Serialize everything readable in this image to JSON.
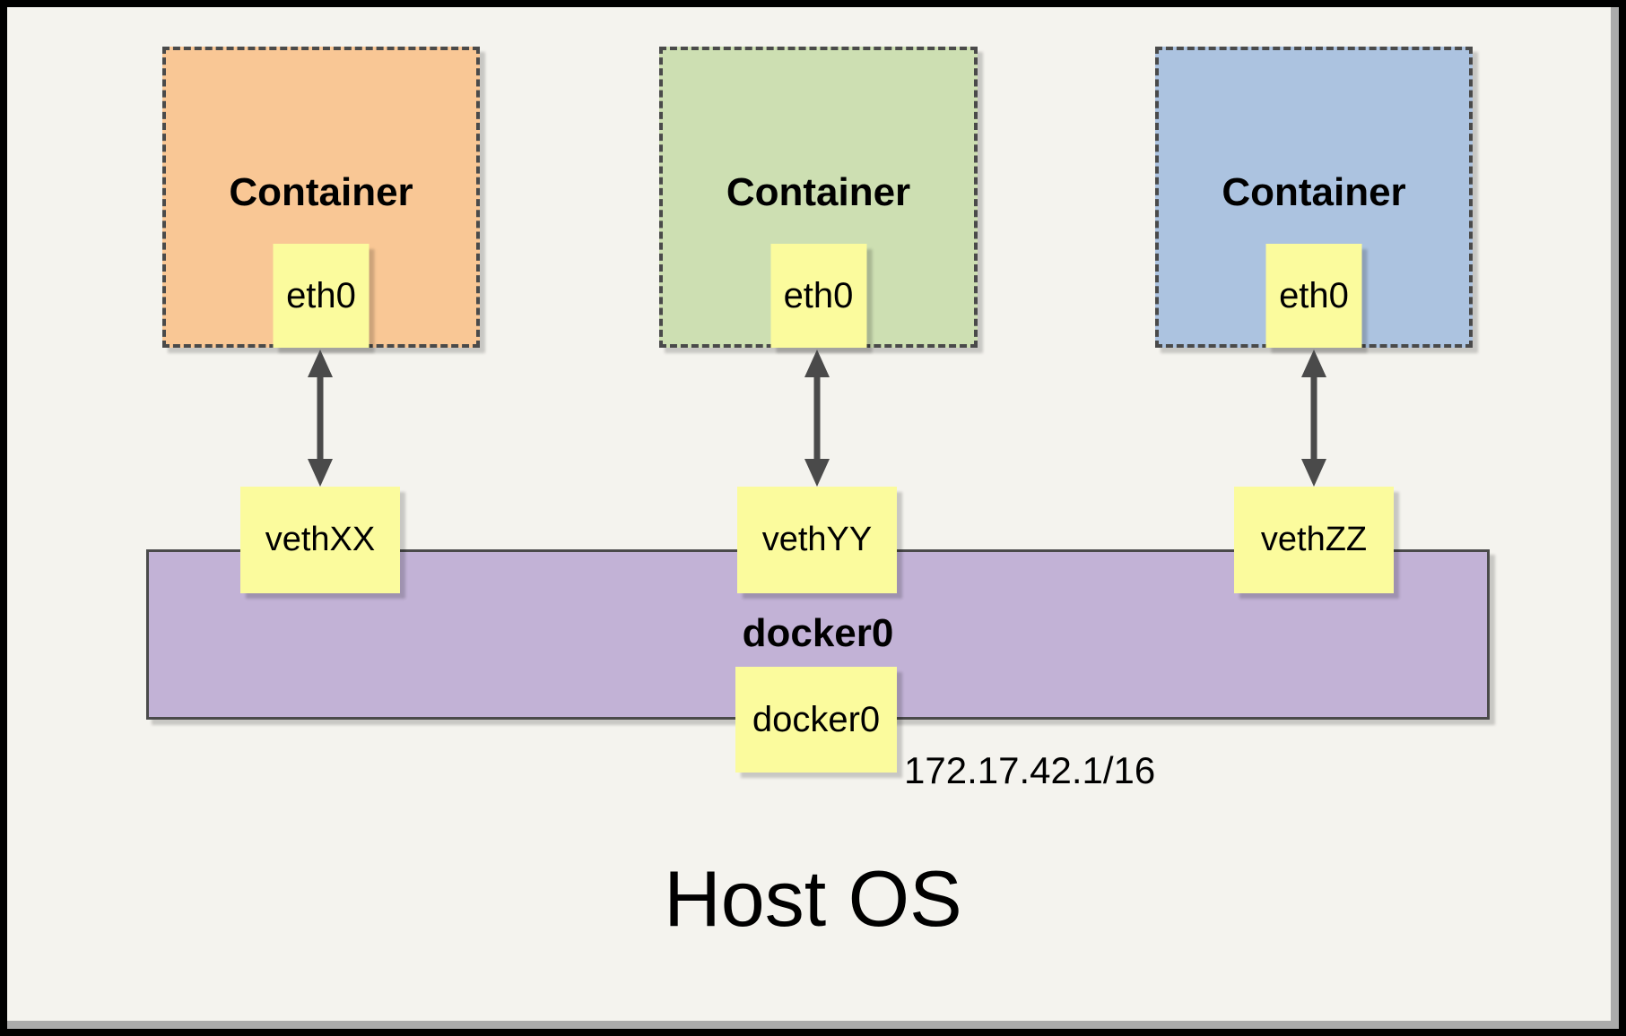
{
  "containers": [
    {
      "label": "Container",
      "iface": "eth0",
      "veth": "vethXX"
    },
    {
      "label": "Container",
      "iface": "eth0",
      "veth": "vethYY"
    },
    {
      "label": "Container",
      "iface": "eth0",
      "veth": "vethZZ"
    }
  ],
  "bridge": {
    "label": "docker0",
    "iface": "docker0",
    "ip": "172.17.42.1/16"
  },
  "host": {
    "label": "Host OS"
  },
  "colors": {
    "container_orange": "#F9C795",
    "container_green": "#CDDFB2",
    "container_blue": "#ACC3E0",
    "bridge_purple": "#C2B2D6",
    "node_yellow": "#FBFB9D",
    "canvas_background": "#F4F3EE",
    "line_dark": "#4A4A4A"
  }
}
